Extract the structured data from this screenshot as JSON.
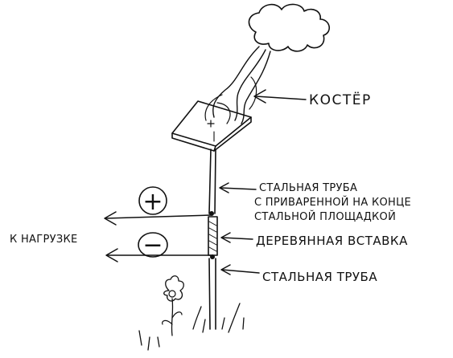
{
  "labels": {
    "fire": "КОСТЁР",
    "steel_pipe_top_line1": "СТАЛЬНАЯ ТРУБА",
    "steel_pipe_top_line2": "С ПРИВАРЕННОЙ НА КОНЦЕ",
    "steel_pipe_top_line3": "СТАЛЬНОЙ ПЛОЩАДКОЙ",
    "wooden_insert": "ДЕРЕВЯННАЯ ВСТАВКА",
    "steel_pipe_bottom": "СТАЛЬНАЯ ТРУБА",
    "to_load": "К НАГРУЗКЕ",
    "plus_sign": "+",
    "minus_sign": "−"
  },
  "colors": {
    "ink": "#111111",
    "paper": "#ffffff"
  }
}
